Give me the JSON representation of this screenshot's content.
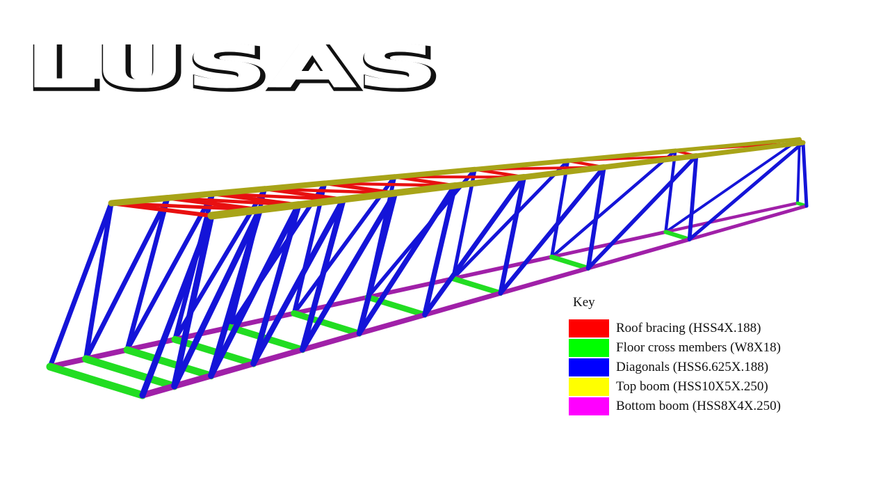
{
  "logo": {
    "text": "LUSAS"
  },
  "legend": {
    "title": "Key",
    "items": [
      {
        "id": "roof-bracing",
        "label": "Roof bracing (HSS4X.188)",
        "color": "#ff0000"
      },
      {
        "id": "floor-cross-members",
        "label": "Floor cross members (W8X18)",
        "color": "#00ff00"
      },
      {
        "id": "diagonals",
        "label": "Diagonals (HSS6.625X.188)",
        "color": "#0000ff"
      },
      {
        "id": "top-boom",
        "label": "Top boom (HSS10X5X.250)",
        "color": "#ffff00"
      },
      {
        "id": "bottom-boom",
        "label": "Bottom boom (HSS8X4X.250)",
        "color": "#ff00ff"
      }
    ]
  },
  "colors": {
    "roof_bracing": "#e81010",
    "floor_cross": "#22dd22",
    "diagonals": "#1414d8",
    "top_boom": "#a8a418",
    "bottom_boom": "#a020a8"
  }
}
